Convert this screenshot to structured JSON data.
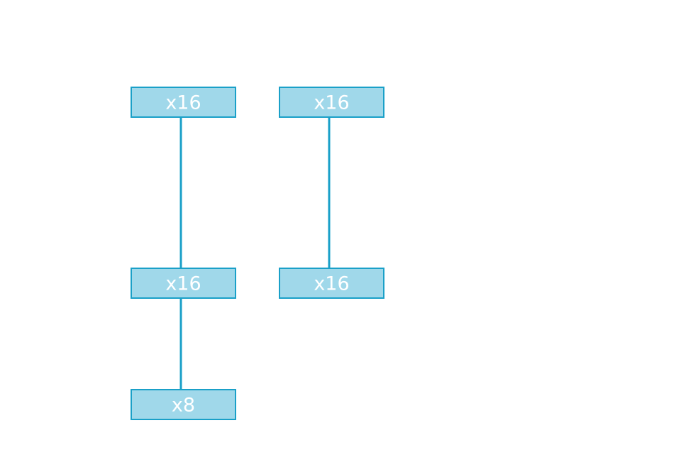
{
  "colors": {
    "node_fill": "#a0d8ea",
    "node_stroke": "#1aa0c8",
    "connector": "#1aa0c8",
    "label": "#ffffff"
  },
  "nodes": [
    {
      "id": "a1",
      "label": "x16"
    },
    {
      "id": "a2",
      "label": "x16"
    },
    {
      "id": "a3",
      "label": "x8"
    },
    {
      "id": "b1",
      "label": "x16"
    },
    {
      "id": "b2",
      "label": "x16"
    }
  ],
  "edges": [
    {
      "from": "a1",
      "to": "a2"
    },
    {
      "from": "a2",
      "to": "a3"
    },
    {
      "from": "b1",
      "to": "b2"
    }
  ]
}
